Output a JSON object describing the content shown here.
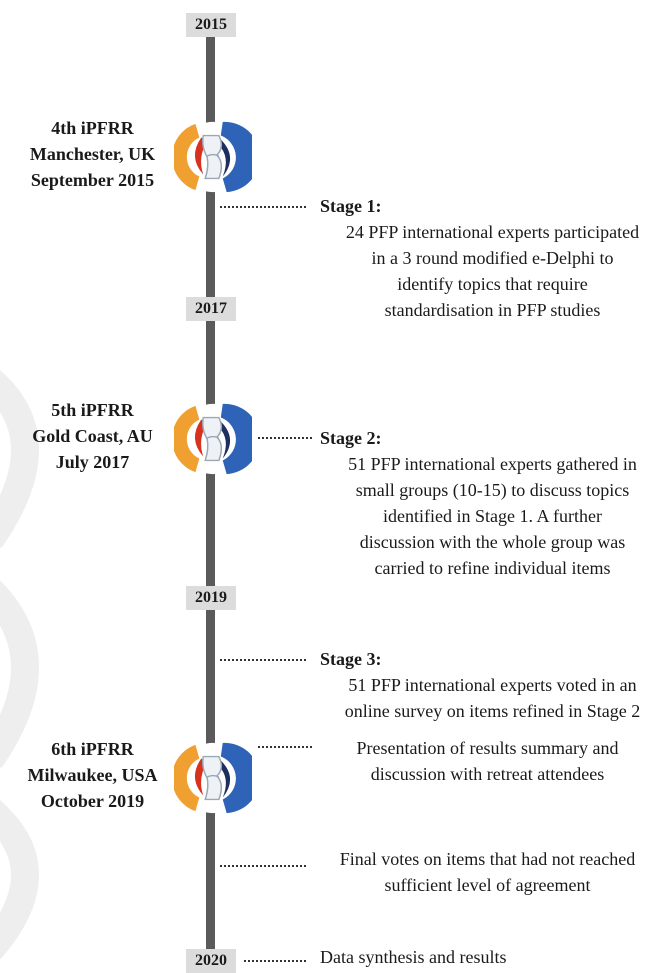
{
  "years": [
    "2015",
    "2017",
    "2019",
    "2020"
  ],
  "events": [
    {
      "lines": [
        "4th iPFRR",
        "Manchester, UK",
        "September 2015"
      ]
    },
    {
      "lines": [
        "5th iPFRR",
        "Gold Coast, AU",
        "July 2017"
      ]
    },
    {
      "lines": [
        "6th iPFRR",
        "Milwaukee, USA",
        "October 2019"
      ]
    }
  ],
  "stages": [
    {
      "title": "Stage 1:",
      "lines": [
        "24 PFP international experts participated",
        "in a 3 round modified e-Delphi to",
        "identify topics that require",
        "standardisation in PFP studies"
      ]
    },
    {
      "title": "Stage 2:",
      "lines": [
        "51 PFP international experts gathered in",
        "small groups (10-15) to discuss topics",
        "identified in Stage 1. A further",
        "discussion with the whole group was",
        "carried to refine individual items"
      ]
    },
    {
      "title": "Stage 3:",
      "lines": [
        "51 PFP international experts voted in an",
        "online survey on items refined in Stage 2"
      ]
    }
  ],
  "notes": {
    "presentation": [
      "Presentation of results summary and",
      "discussion with retreat attendees"
    ],
    "final_votes": [
      "Final votes on items that had not reached",
      "sufficient level of agreement"
    ],
    "synthesis": "Data synthesis and results"
  },
  "icon": "knee-joint-logo-icon",
  "colors": {
    "timeline": "#5a5a5a",
    "year_box": "#dcdcdc",
    "logo_orange": "#f0a030",
    "logo_red": "#d8321e",
    "logo_blue": "#2e63b8",
    "logo_navy": "#1d2f5e"
  }
}
